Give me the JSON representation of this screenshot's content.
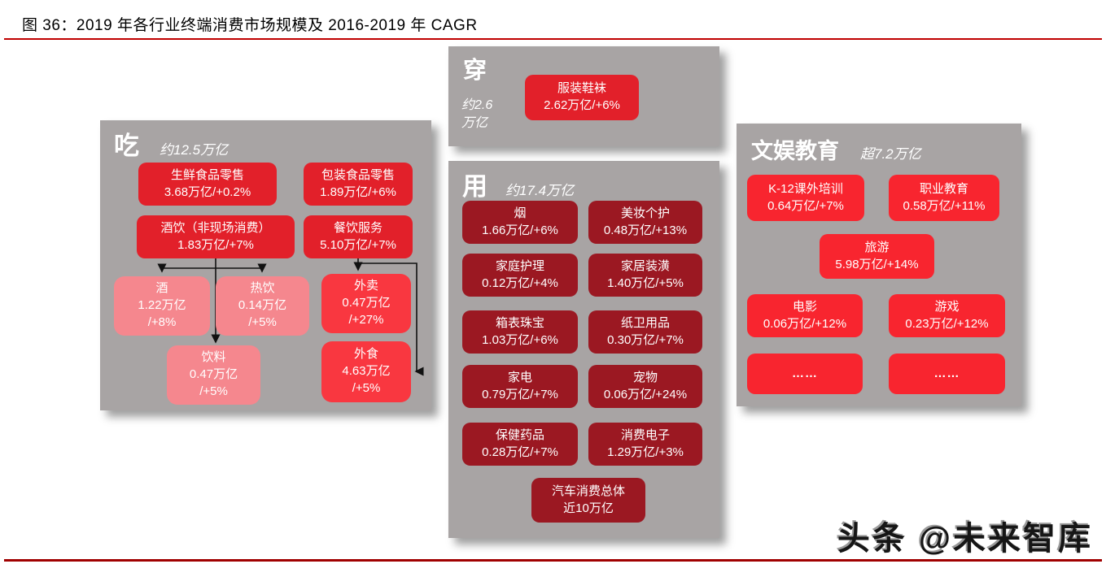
{
  "title": "图 36：2019 年各行业终端消费市场规模及 2016-2019 年 CAGR",
  "colors": {
    "panel_gray": "#A8A4A4",
    "crimson_box": "#E2202A",
    "bright_red_box": "#F93740",
    "entertainment_red_box": "#F8252F",
    "pink_box": "#F5878E",
    "maroon_box": "#9B1822",
    "title_rule": "#C00000",
    "bottom_rule": "#A00000"
  },
  "panels": {
    "eat": {
      "label": "吃",
      "subtitle": "约12.5万亿",
      "boxes": {
        "fresh": {
          "name": "生鲜食品零售",
          "value": "3.68万亿/+0.2%"
        },
        "packaged": {
          "name": "包装食品零售",
          "value": "1.89万亿/+6%"
        },
        "alcohol_bev": {
          "name": "酒饮（非现场消费）",
          "value": "1.83万亿/+7%"
        },
        "catering": {
          "name": "餐饮服务",
          "value": "5.10万亿/+7%"
        },
        "alcohol": {
          "name": "酒",
          "value": "1.22万亿",
          "value2": "/+8%"
        },
        "hot_drinks": {
          "name": "热饮",
          "value": "0.14万亿",
          "value2": "/+5%"
        },
        "soft_drinks": {
          "name": "饮料",
          "value": "0.47万亿",
          "value2": "/+5%"
        },
        "takeout": {
          "name": "外卖",
          "value": "0.47万亿",
          "value2": "/+27%"
        },
        "dine_out": {
          "name": "外食",
          "value": "4.63万亿",
          "value2": "/+5%"
        }
      }
    },
    "wear": {
      "label": "穿",
      "subtitle_line1": "约2.6",
      "subtitle_line2": "万亿",
      "boxes": {
        "apparel": {
          "name": "服装鞋袜",
          "value": "2.62万亿/+6%"
        }
      }
    },
    "use": {
      "label": "用",
      "subtitle": "约17.4万亿",
      "boxes": [
        {
          "name": "烟",
          "value": "1.66万亿/+6%"
        },
        {
          "name": "美妆个护",
          "value": "0.48万亿/+13%"
        },
        {
          "name": "家庭护理",
          "value": "0.12万亿/+4%"
        },
        {
          "name": "家居装潢",
          "value": "1.40万亿/+5%"
        },
        {
          "name": "箱表珠宝",
          "value": "1.03万亿/+6%"
        },
        {
          "name": "纸卫用品",
          "value": "0.30万亿/+7%"
        },
        {
          "name": "家电",
          "value": "0.79万亿/+7%"
        },
        {
          "name": "宠物",
          "value": "0.06万亿/+24%"
        },
        {
          "name": "保健药品",
          "value": "0.28万亿/+7%"
        },
        {
          "name": "消费电子",
          "value": "1.29万亿/+3%"
        }
      ],
      "auto_box": {
        "name": "汽车消费总体",
        "value": "近10万亿"
      }
    },
    "entertainment": {
      "label": "文娱教育",
      "subtitle": "超7.2万亿",
      "boxes": [
        {
          "name": "K-12课外培训",
          "value": "0.64万亿/+7%"
        },
        {
          "name": "职业教育",
          "value": "0.58万亿/+11%"
        },
        {
          "name": "旅游",
          "value": "5.98万亿/+14%"
        },
        {
          "name": "电影",
          "value": "0.06万亿/+12%"
        },
        {
          "name": "游戏",
          "value": "0.23万亿/+12%"
        },
        {
          "name": "……"
        },
        {
          "name": "……"
        }
      ]
    }
  },
  "watermark": "头条 @未来智库"
}
